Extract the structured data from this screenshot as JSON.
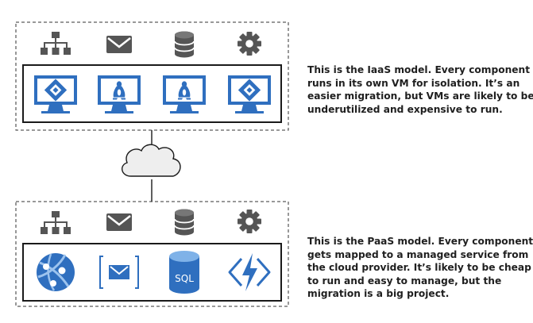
{
  "colors": {
    "icon_gray": "#555555",
    "azure_blue": "#2f6fbf",
    "line": "#1a1a1a",
    "cloud_fill": "#eeeeee"
  },
  "icons": {
    "top_row": [
      "network-icon",
      "mail-icon",
      "database-icon",
      "gear-icon"
    ],
    "iaas_row": [
      "monitor-vm-icon",
      "monitor-linux-vm-icon",
      "monitor-linux-vm-icon",
      "monitor-vm-icon"
    ],
    "paas_row": [
      "app-service-globe-icon",
      "queue-mail-icon",
      "sql-database-icon",
      "function-bolt-icon"
    ]
  },
  "captions": {
    "iaas": {
      "lines": [
        "This is the IaaS model. Every component",
        "runs in its own VM for isolation. It’s an",
        "easier migration, but VMs are likely to be",
        "underutilized and expensive to run."
      ]
    },
    "paas": {
      "lines": [
        "This is the PaaS model. Every component",
        "gets mapped to a managed service from",
        "the cloud provider. It’s likely to be cheap",
        "to run and easy to manage, but the",
        "migration is a big project."
      ]
    }
  },
  "sql_label": "SQL"
}
